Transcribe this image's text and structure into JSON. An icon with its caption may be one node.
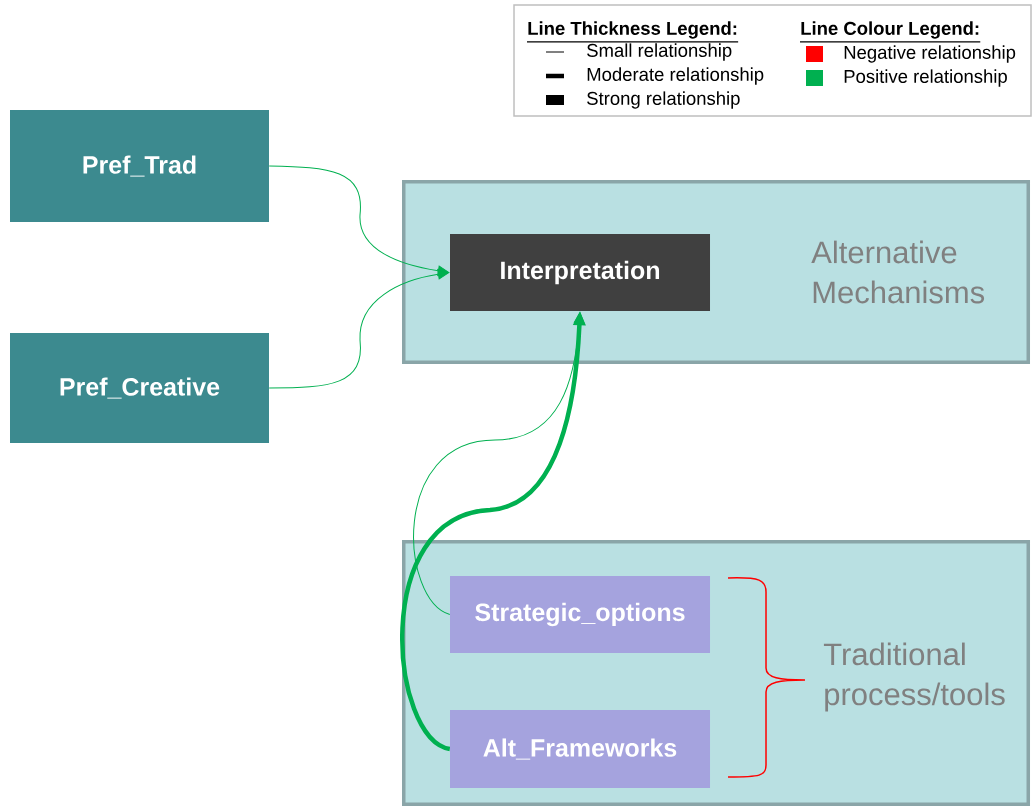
{
  "diagram": {
    "nodes": [
      {
        "text": [
          "Pref_Trad"
        ]
      },
      {
        "text": [
          "Pref_Creative"
        ]
      },
      {
        "text": [
          "Alternative Mechanisms"
        ]
      },
      {
        "text": [
          "Interpretation"
        ],
        "in": 2
      },
      {
        "text": [
          "Traditional process/tools"
        ]
      },
      {
        "text": [
          "Strategic_options"
        ],
        "in": 4
      },
      {
        "text": [
          "Alt_Frameworks"
        ],
        "in": 4
      }
    ],
    "edges": [
      {
        "from": 0,
        "to": 3,
        "arrow": "to"
      },
      {
        "from": 1,
        "to": 3,
        "arrow": "to"
      },
      {
        "from": 5,
        "to": 3,
        "arrow": "to"
      },
      {
        "from": 6,
        "to": 3,
        "arrow": "to",
        "style": "thick"
      }
    ],
    "labels": [
      "Line Thickness Legend:",
      "Line Colour Legend:"
    ],
    "legend": [
      {
        "text": "Small relationship"
      },
      {
        "text": "Moderate relationship"
      },
      {
        "text": "Strong relationship"
      },
      {
        "text": "Negative relationship",
        "color": "#ff0000"
      },
      {
        "text": "Positive relationship",
        "color": "#00b050"
      }
    ]
  }
}
